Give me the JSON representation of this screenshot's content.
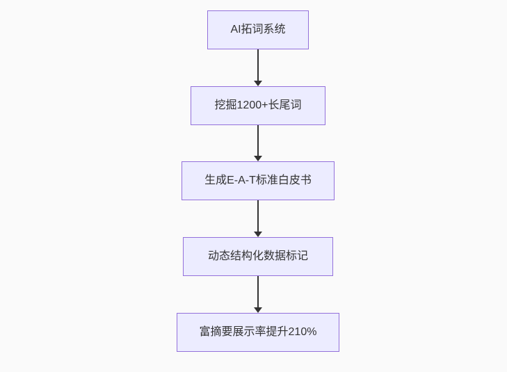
{
  "flowchart": {
    "type": "flowchart",
    "direction": "top-down",
    "colors": {
      "background": "#fafafa",
      "node_fill": "#ECECFF",
      "node_border": "#9370DB",
      "arrow": "#333333",
      "text": "#333333"
    },
    "nodes": [
      {
        "label": "AI拓词系统"
      },
      {
        "label": "挖掘1200+长尾词"
      },
      {
        "label": "生成E-A-T标准白皮书"
      },
      {
        "label": "动态结构化数据标记"
      },
      {
        "label": "富摘要展示率提升210%"
      }
    ],
    "edges": [
      {
        "from": "AI拓词系统",
        "to": "挖掘1200+长尾词"
      },
      {
        "from": "挖掘1200+长尾词",
        "to": "生成E-A-T标准白皮书"
      },
      {
        "from": "生成E-A-T标准白皮书",
        "to": "动态结构化数据标记"
      },
      {
        "from": "动态结构化数据标记",
        "to": "富摘要展示率提升210%"
      }
    ]
  }
}
